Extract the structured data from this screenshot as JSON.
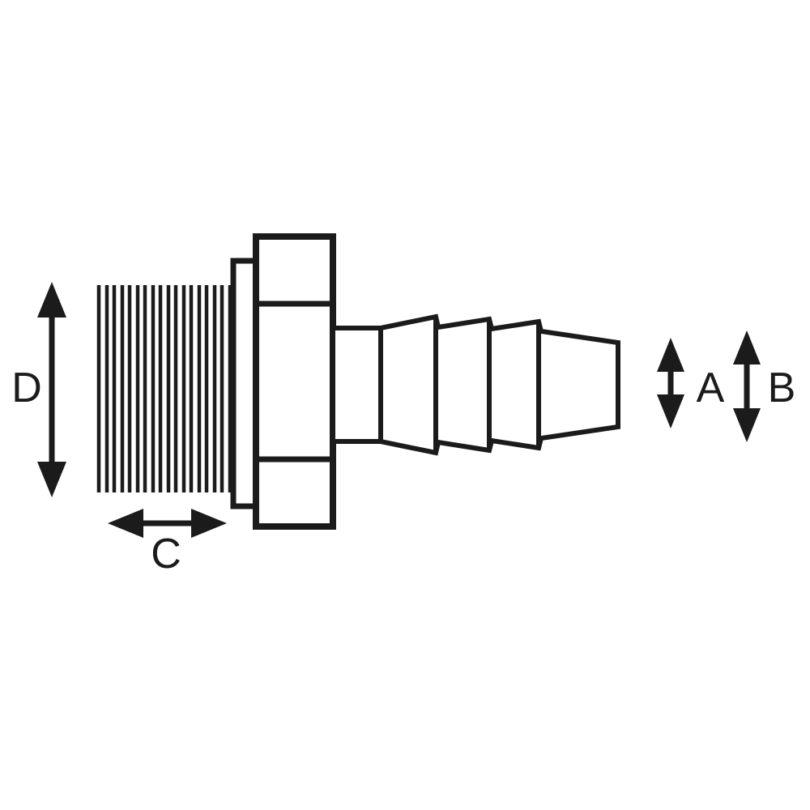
{
  "diagram": {
    "background_color": "#ffffff",
    "line_color": "#1b1b1b",
    "labels": {
      "A": "A",
      "B": "B",
      "C": "C",
      "D": "D"
    }
  }
}
